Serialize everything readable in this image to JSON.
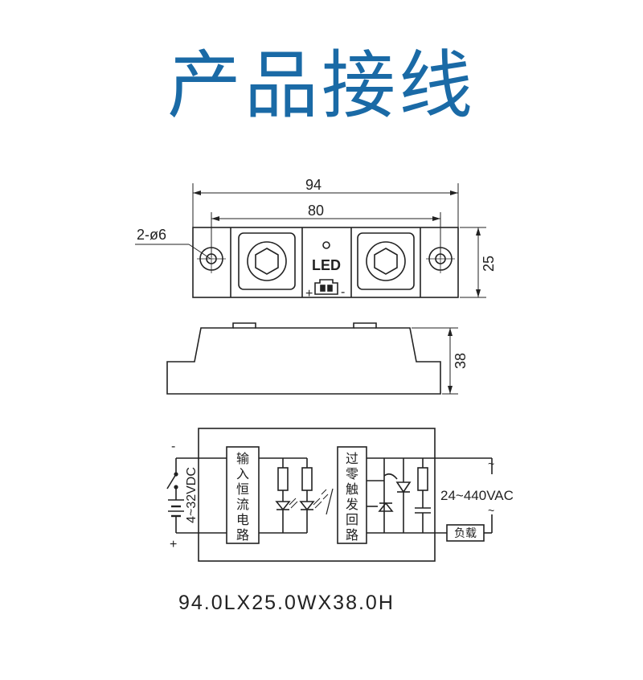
{
  "header": {
    "title": "产品接线"
  },
  "top_view": {
    "dim_overall": "94",
    "dim_holes": "80",
    "dim_width": "25",
    "hole_label": "2-ø6",
    "led_label": "LED",
    "plus_sign": "+",
    "minus_sign": "-"
  },
  "side_view": {
    "dim_height": "38"
  },
  "circuit": {
    "input_minus": "-",
    "input_plus": "+",
    "input_voltage": "4~32VDC",
    "input_block_chars": [
      "输",
      "入",
      "恒",
      "流",
      "电",
      "路"
    ],
    "zero_cross_chars": [
      "过",
      "零",
      "触",
      "发",
      "回",
      "路"
    ],
    "output_voltage": "24~440VAC",
    "ac_top": "~",
    "ac_bottom": "~",
    "load_label": "负载"
  },
  "footer": {
    "dimensions": "94.0LX25.0WX38.0H"
  }
}
